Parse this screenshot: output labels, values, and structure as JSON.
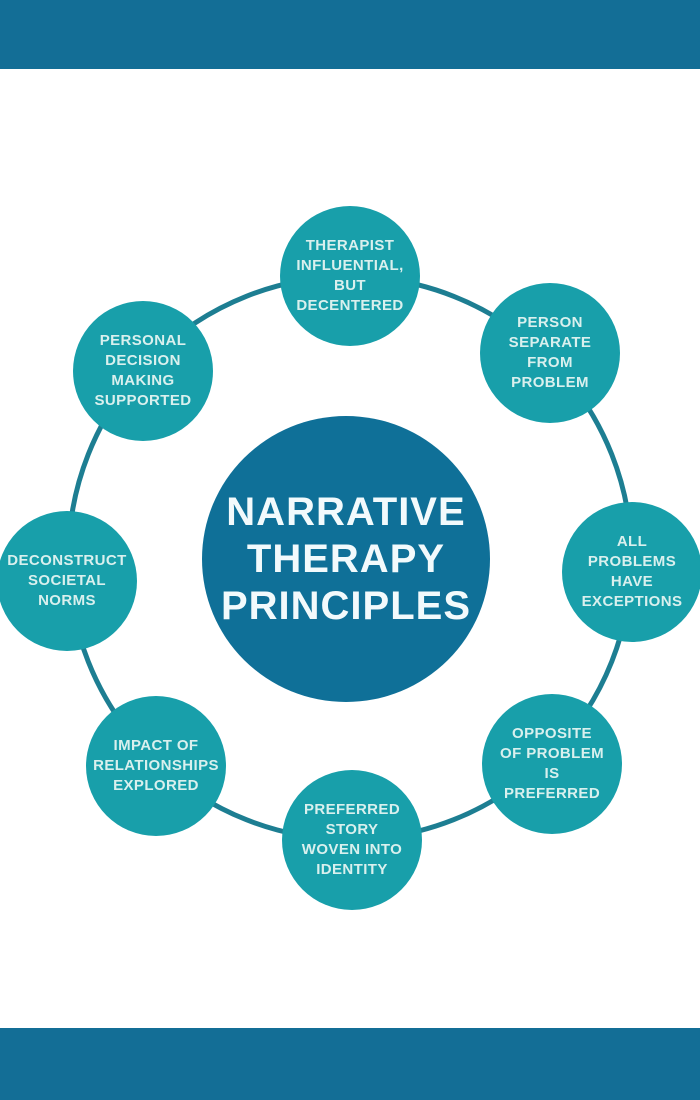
{
  "center": {
    "title": "NARRATIVE\nTHERAPY\nPRINCIPLES"
  },
  "satellites": [
    {
      "id": "therapist-decentered",
      "label": "THERAPIST\nINFLUENTIAL,\nBUT\nDECENTERED"
    },
    {
      "id": "person-separate",
      "label": "PERSON\nSEPARATE\nFROM\nPROBLEM"
    },
    {
      "id": "problems-exceptions",
      "label": "ALL\nPROBLEMS\nHAVE\nEXCEPTIONS"
    },
    {
      "id": "opposite-preferred",
      "label": "OPPOSITE\nOF PROBLEM\nIS\nPREFERRED"
    },
    {
      "id": "preferred-story",
      "label": "PREFERRED\nSTORY\nWOVEN INTO\nIDENTITY"
    },
    {
      "id": "relationships-explored",
      "label": "IMPACT OF\nRELATIONSHIPS\nEXPLORED"
    },
    {
      "id": "deconstruct-norms",
      "label": "DECONSTRUCT\nSOCIETAL\nNORMS"
    },
    {
      "id": "personal-decision",
      "label": "PERSONAL\nDECISION\nMAKING\nSUPPORTED"
    }
  ],
  "colors": {
    "band": "#136e96",
    "center_circle": "#0f7098",
    "satellite": "#189faa",
    "ring": "#1d7e92",
    "center_text": "#f2fafc",
    "satellite_text": "#d9f0ee",
    "background": "#ffffff"
  }
}
